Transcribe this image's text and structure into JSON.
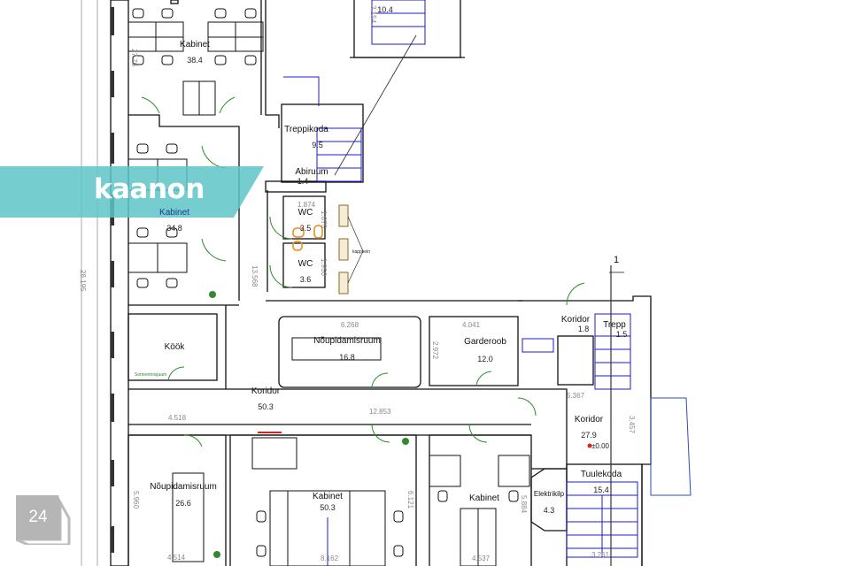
{
  "brand": {
    "name": "kaanon",
    "color": "#5ec4c8"
  },
  "page_badge": {
    "number": "24"
  },
  "section_marker": "1",
  "level_marker": "±0.00",
  "rooms": [
    {
      "name": "",
      "area": "10.4"
    },
    {
      "name": "Kabinet",
      "area": "38.4"
    },
    {
      "name": "Kabinet",
      "area": "34.8"
    },
    {
      "name": "Treppikoda",
      "area": "9.5"
    },
    {
      "name": "Abiruum",
      "area": "1.4"
    },
    {
      "name": "WC",
      "area": "3.5"
    },
    {
      "name": "WC",
      "area": "3.6"
    },
    {
      "name": "Köök",
      "area": ""
    },
    {
      "name": "Nõupidamisruum",
      "area": "16.8"
    },
    {
      "name": "Garderoob",
      "area": "12.0"
    },
    {
      "name": "Koridor",
      "area": "1.8"
    },
    {
      "name": "Trepp",
      "area": "1.5"
    },
    {
      "name": "Koridor",
      "area": "50.3"
    },
    {
      "name": "Koridor",
      "area": "27.9"
    },
    {
      "name": "Nõupidamisruum",
      "area": "26.6"
    },
    {
      "name": "Kabinet",
      "area": "50.3"
    },
    {
      "name": "Kabinet",
      "area": ""
    },
    {
      "name": "Elektrikilp",
      "area": "4.3"
    },
    {
      "name": "Tuulekoda",
      "area": "15.4"
    }
  ],
  "dimensions": [
    "3.154",
    "27.76",
    "1.874",
    "1.875",
    "1.950",
    "13.568",
    "28.195",
    "6.268",
    "4.041",
    "2.972",
    "5.367",
    "3.457",
    "4.518",
    "12.853",
    "5.960",
    "6.121",
    "4.514",
    "8.162",
    "3.261",
    "4.537",
    "5.884"
  ],
  "annotations": {
    "wardrobes": "kappsein",
    "kitchen_tag": "Sorteerimisjaam"
  },
  "colors": {
    "wall": "#111111",
    "door": "#2e8b2e",
    "stair": "#1a1ad6",
    "dimension": "#888888",
    "fixture": "#e8891b",
    "cabinet": "#8a6a2a"
  }
}
